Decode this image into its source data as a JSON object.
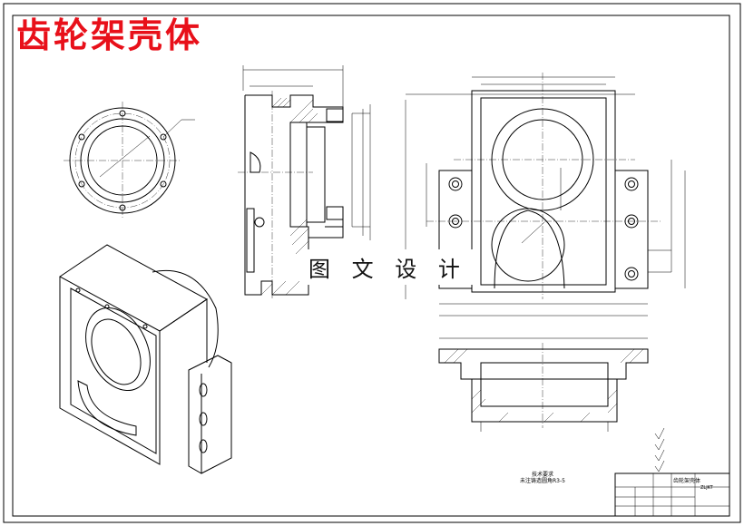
{
  "title": "齿轮架壳体",
  "watermark": "图 文 设 计",
  "tech_note": {
    "heading": "技术要求",
    "body": "未注铸造圆角R3-5"
  },
  "title_block": {
    "name": "齿轮架壳体",
    "code": "ZLJKT"
  }
}
